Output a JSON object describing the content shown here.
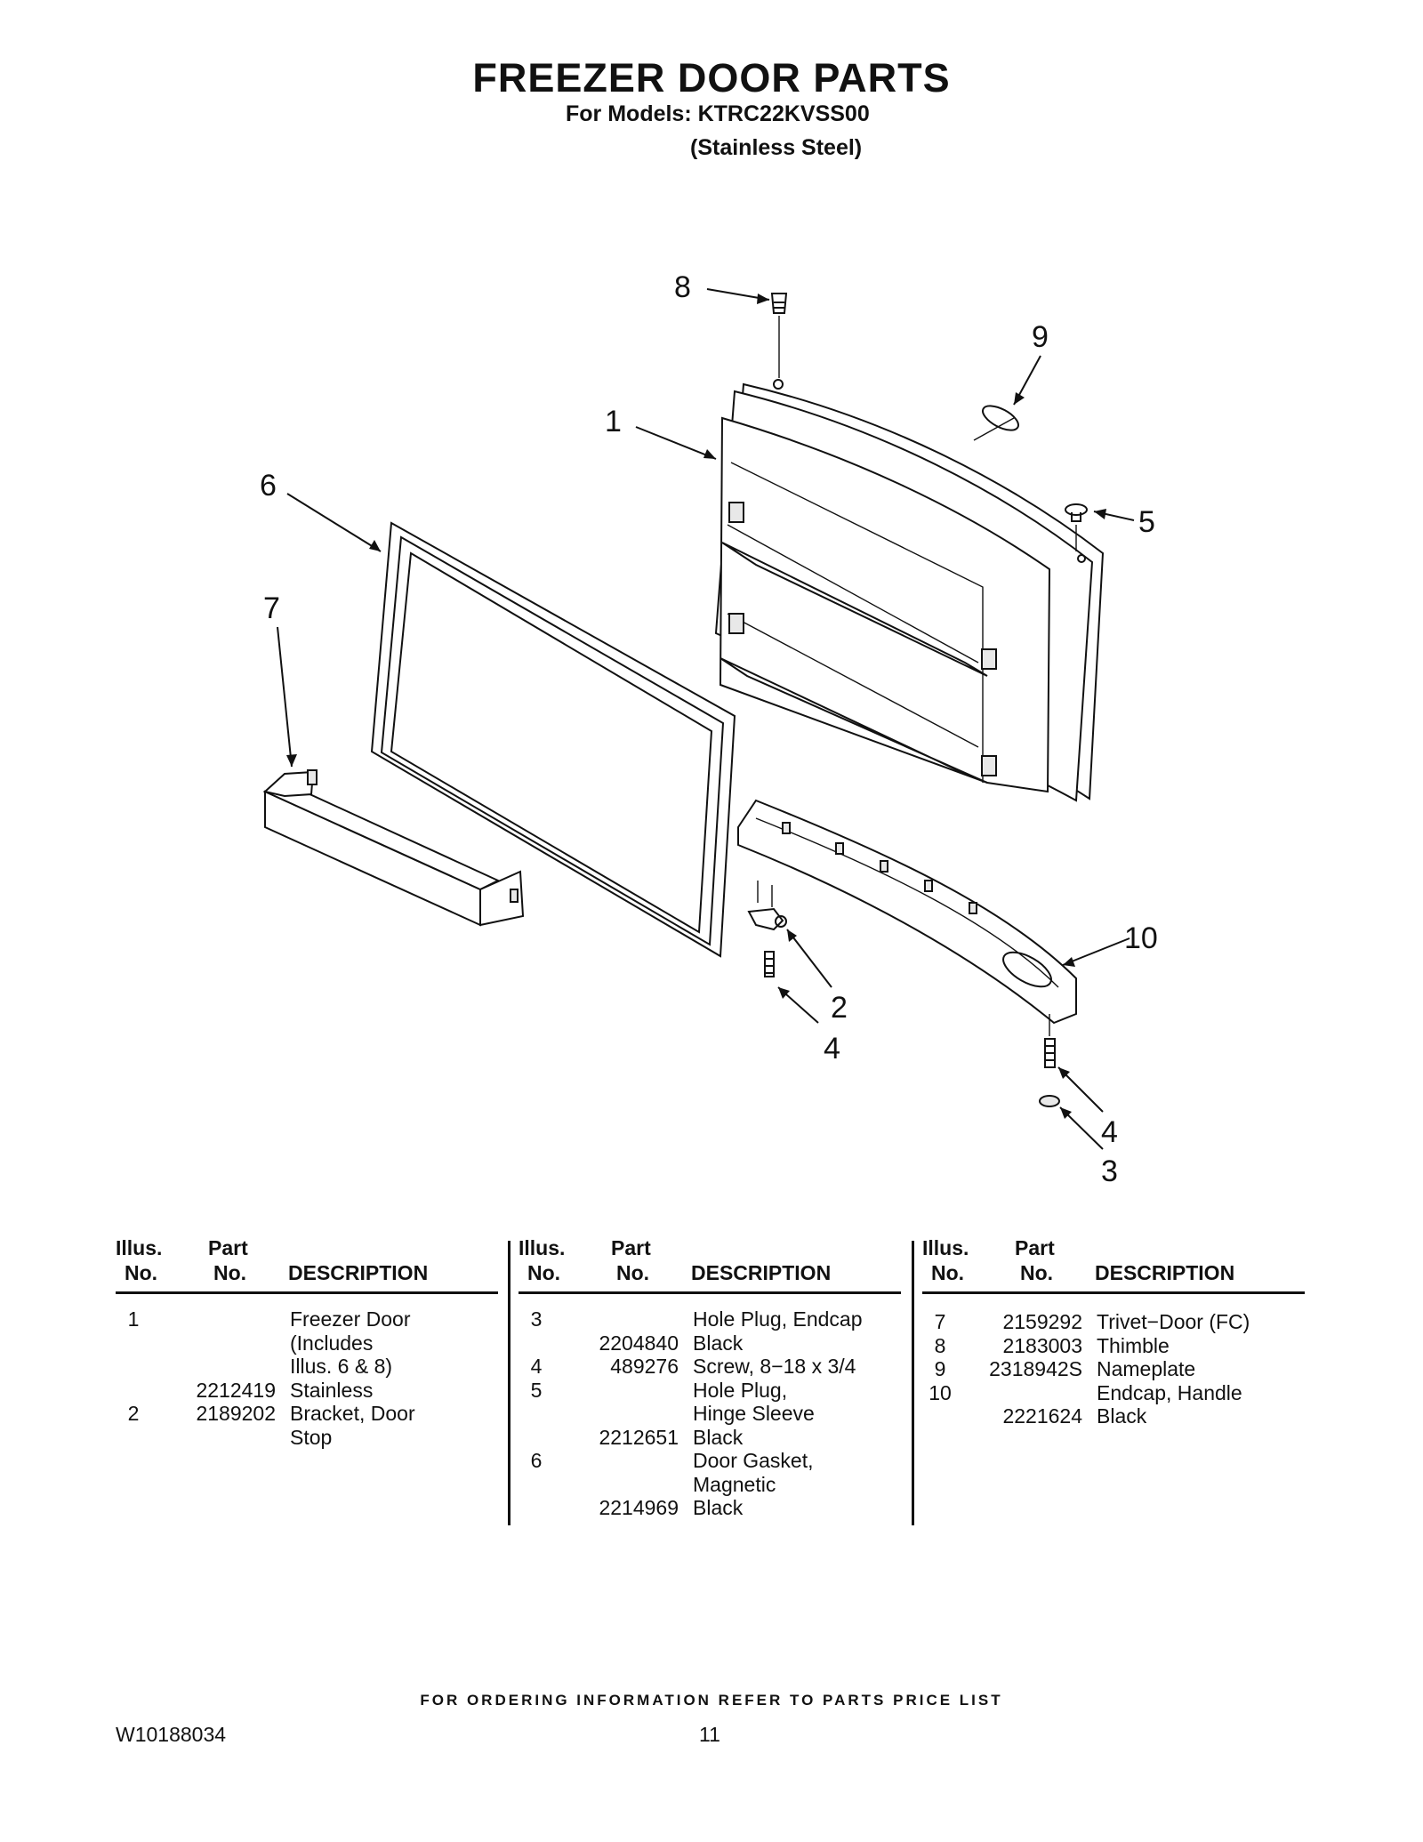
{
  "header": {
    "title": "FREEZER DOOR PARTS",
    "models_line": "For Models: KTRC22KVSS00",
    "finish_line": "(Stainless Steel)"
  },
  "callouts": [
    "8",
    "9",
    "1",
    "6",
    "5",
    "7",
    "10",
    "2",
    "4",
    "4",
    "3"
  ],
  "table": {
    "headers": {
      "illus_1": "Illus.",
      "illus_2": "No.",
      "part_1": "Part",
      "part_2": "No.",
      "desc": "DESCRIPTION"
    },
    "columns": [
      {
        "rows": [
          {
            "illus": "1",
            "part": "",
            "desc": "Freezer Door"
          },
          {
            "illus": "",
            "part": "",
            "desc": "(Includes"
          },
          {
            "illus": "",
            "part": "",
            "desc": " Illus. 6 & 8)"
          },
          {
            "illus": "",
            "part": "2212419",
            "desc": "Stainless"
          },
          {
            "illus": "2",
            "part": "2189202",
            "desc": "Bracket, Door"
          },
          {
            "illus": "",
            "part": "",
            "desc": "Stop"
          }
        ]
      },
      {
        "rows": [
          {
            "illus": "3",
            "part": "",
            "desc": "Hole Plug, Endcap"
          },
          {
            "illus": "",
            "part": "2204840",
            "desc": "Black"
          },
          {
            "illus": "4",
            "part": "489276",
            "desc": "Screw, 8−18 x 3/4"
          },
          {
            "illus": "5",
            "part": "",
            "desc": "Hole Plug,"
          },
          {
            "illus": "",
            "part": "",
            "desc": "Hinge Sleeve"
          },
          {
            "illus": "",
            "part": "2212651",
            "desc": "Black"
          },
          {
            "illus": "6",
            "part": "",
            "desc": "Door Gasket,"
          },
          {
            "illus": "",
            "part": "",
            "desc": "Magnetic"
          },
          {
            "illus": "",
            "part": "2214969",
            "desc": "Black"
          }
        ]
      },
      {
        "rows": [
          {
            "illus": "7",
            "part": "2159292",
            "desc": "Trivet−Door (FC)"
          },
          {
            "illus": "8",
            "part": "2183003",
            "desc": "Thimble"
          },
          {
            "illus": "9",
            "part": "2318942S",
            "desc": "Nameplate"
          },
          {
            "illus": "10",
            "part": "",
            "desc": "Endcap, Handle"
          },
          {
            "illus": "",
            "part": "2221624",
            "desc": "Black"
          }
        ]
      }
    ]
  },
  "footer": {
    "ordering_note": "FOR ORDERING INFORMATION REFER TO PARTS PRICE LIST",
    "document_number": "W10188034",
    "page_number": "11"
  }
}
